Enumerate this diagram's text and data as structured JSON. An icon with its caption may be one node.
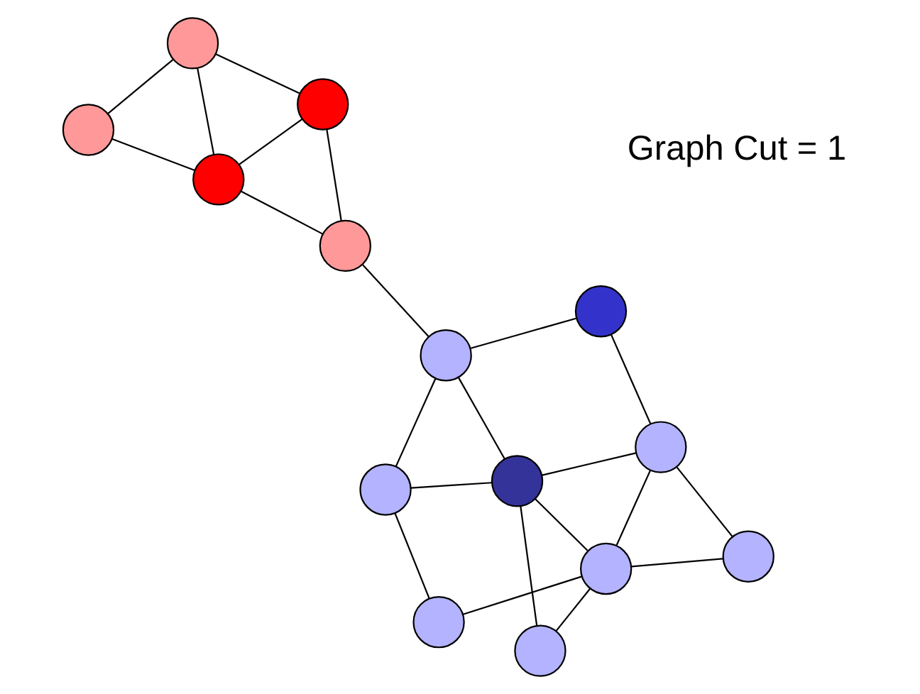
{
  "diagram": {
    "nodes": [
      {
        "text": [],
        "shape": "circle"
      },
      {
        "text": [],
        "shape": "circle"
      },
      {
        "text": [],
        "shape": "circle"
      },
      {
        "text": [],
        "shape": "circle"
      },
      {
        "text": [],
        "shape": "circle"
      },
      {
        "text": [],
        "shape": "circle"
      },
      {
        "text": [],
        "shape": "circle"
      },
      {
        "text": [],
        "shape": "circle"
      },
      {
        "text": [],
        "shape": "circle"
      },
      {
        "text": [],
        "shape": "circle"
      },
      {
        "text": [],
        "shape": "circle"
      },
      {
        "text": [],
        "shape": "circle"
      },
      {
        "text": [],
        "shape": "circle"
      },
      {
        "text": [],
        "shape": "circle"
      }
    ],
    "edges": [
      {
        "from": 1,
        "to": 4,
        "arrow": "none"
      },
      {
        "from": 1,
        "to": 0,
        "arrow": "none"
      },
      {
        "from": 1,
        "to": 3,
        "arrow": "none"
      },
      {
        "from": 4,
        "to": 3,
        "arrow": "none"
      },
      {
        "from": 0,
        "to": 3,
        "arrow": "none"
      },
      {
        "from": 0,
        "to": 2,
        "arrow": "none"
      },
      {
        "from": 3,
        "to": 2,
        "arrow": "none"
      },
      {
        "from": 4,
        "to": 7,
        "arrow": "none"
      },
      {
        "from": 7,
        "to": 9,
        "arrow": "none"
      },
      {
        "from": 7,
        "to": 8,
        "arrow": "none"
      },
      {
        "from": 7,
        "to": 5,
        "arrow": "none"
      },
      {
        "from": 9,
        "to": 12,
        "arrow": "none"
      },
      {
        "from": 8,
        "to": 12,
        "arrow": "none"
      },
      {
        "from": 8,
        "to": 5,
        "arrow": "none"
      },
      {
        "from": 8,
        "to": 11,
        "arrow": "none"
      },
      {
        "from": 8,
        "to": 6,
        "arrow": "none"
      },
      {
        "from": 12,
        "to": 11,
        "arrow": "none"
      },
      {
        "from": 12,
        "to": 13,
        "arrow": "none"
      },
      {
        "from": 11,
        "to": 13,
        "arrow": "none"
      },
      {
        "from": 11,
        "to": 6,
        "arrow": "none"
      },
      {
        "from": 11,
        "to": 10,
        "arrow": "none"
      },
      {
        "from": 5,
        "to": 10,
        "arrow": "none"
      }
    ],
    "labels": [
      "Graph Cut = 1"
    ]
  }
}
